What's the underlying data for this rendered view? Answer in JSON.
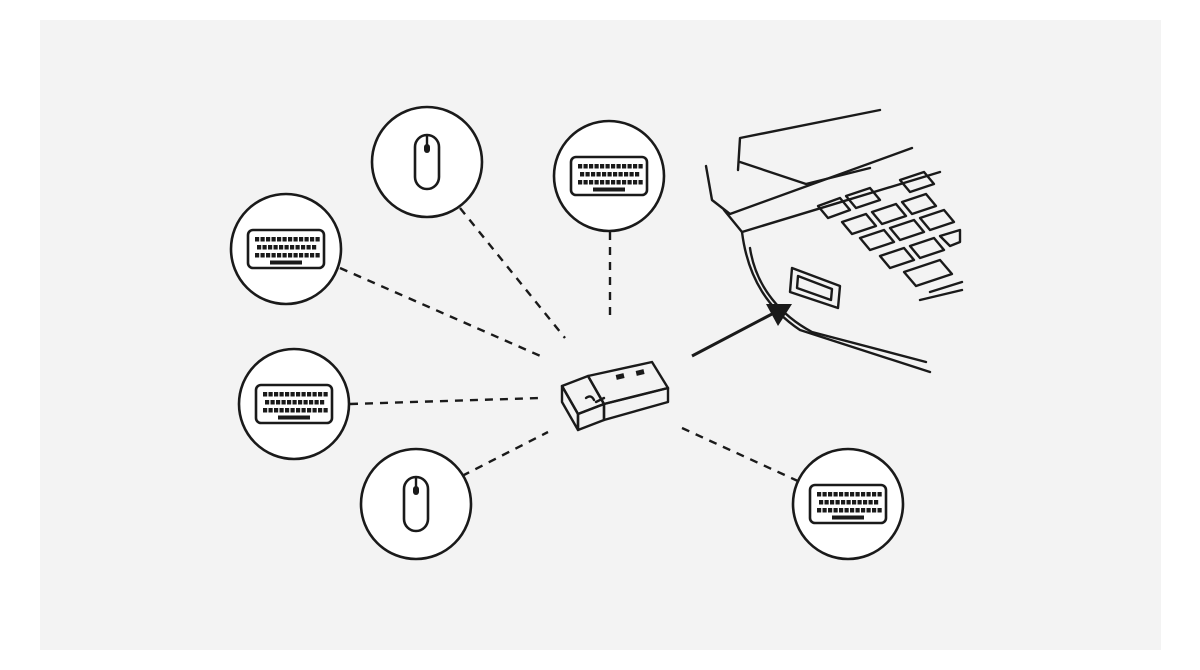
{
  "colors": {
    "background": "#f3f3f3",
    "ink": "#1a1a1a",
    "circle_fill": "#ffffff"
  },
  "devices": [
    {
      "type": "keyboard",
      "icon": "keyboard-icon"
    },
    {
      "type": "mouse",
      "icon": "mouse-icon"
    },
    {
      "type": "keyboard",
      "icon": "keyboard-icon"
    },
    {
      "type": "keyboard",
      "icon": "keyboard-icon"
    },
    {
      "type": "mouse",
      "icon": "mouse-icon"
    },
    {
      "type": "keyboard",
      "icon": "keyboard-icon"
    }
  ],
  "receiver": {
    "icon": "usb-receiver-icon"
  },
  "laptop": {
    "icon": "laptop-icon",
    "port_icon": "usb-port-icon"
  }
}
